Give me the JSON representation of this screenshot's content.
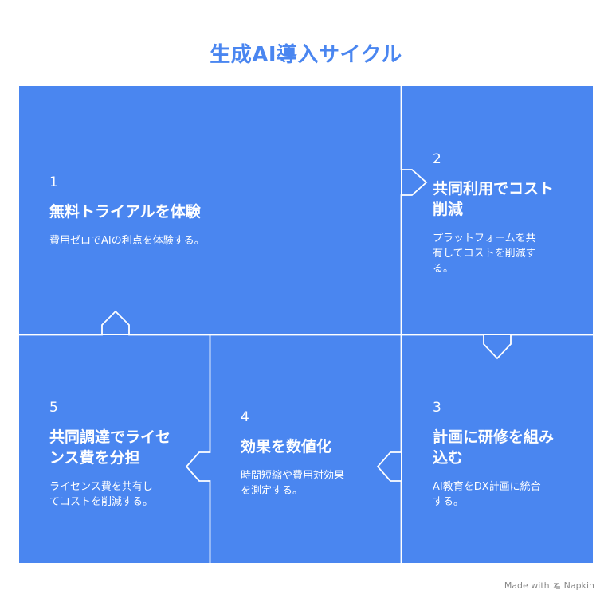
{
  "title": "生成AI導入サイクル",
  "accent_color": "#4A86F0",
  "steps": [
    {
      "number": "1",
      "title": "無料トライアルを体験",
      "description": "費用ゼロでAIの利点を体験する。"
    },
    {
      "number": "2",
      "title": "共同利用でコスト削減",
      "title_lines": [
        "共同利用でコスト",
        "削減"
      ],
      "description_lines": [
        "プラットフォームを共",
        "有してコストを削減す",
        "る。"
      ]
    },
    {
      "number": "3",
      "title_lines": [
        "計画に研修を組み",
        "込む"
      ],
      "description_lines": [
        "AI教育をDX計画に統合",
        "する。"
      ]
    },
    {
      "number": "4",
      "title": "効果を数値化",
      "description_lines": [
        "時間短縮や費用対効果",
        "を測定する。"
      ]
    },
    {
      "number": "5",
      "title_lines": [
        "共同調達でライセ",
        "ンス費を分担"
      ],
      "description_lines": [
        "ライセンス費を共有し",
        "てコストを削減する。"
      ]
    }
  ],
  "footer": {
    "made_with": "Made with",
    "brand": "Napkin"
  }
}
